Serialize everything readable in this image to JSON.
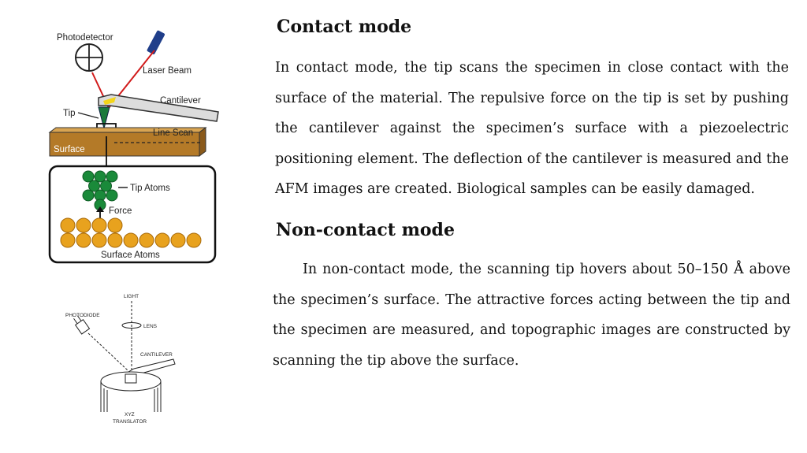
{
  "contact": {
    "heading": "Contact mode",
    "paragraph": "In contact mode, the tip scans the specimen in close contact with the surface of the material. The repulsive force on the tip is set by pushing the cantilever against the specimen’s surface with a piezoelectric positioning element. The deflection of the cantilever is measured and the AFM images are created. Biological samples can be easily damaged."
  },
  "noncontact": {
    "heading": "Non-contact mode",
    "paragraph": "In non-contact mode, the scanning tip hovers about 50–150 Å above the specimen’s surface. The attractive forces acting between the tip and the specimen are measured, and topographic images are constructed by scanning the tip above the surface."
  },
  "figure1": {
    "labels": {
      "photodetector": "Photodetector",
      "laser_beam": "Laser Beam",
      "cantilever": "Cantilever",
      "tip": "Tip",
      "line_scan": "Line Scan",
      "surface": "Surface",
      "tip_atoms": "Tip Atoms",
      "force": "Force",
      "surface_atoms": "Surface Atoms"
    }
  },
  "figure2": {
    "labels": {
      "light": "LIGHT",
      "photodiode": "PHOTODIODE",
      "lens": "LENS",
      "cantilever": "CANTILEVER",
      "xyz": "XYZ",
      "translator": "TRANSLATOR"
    }
  }
}
